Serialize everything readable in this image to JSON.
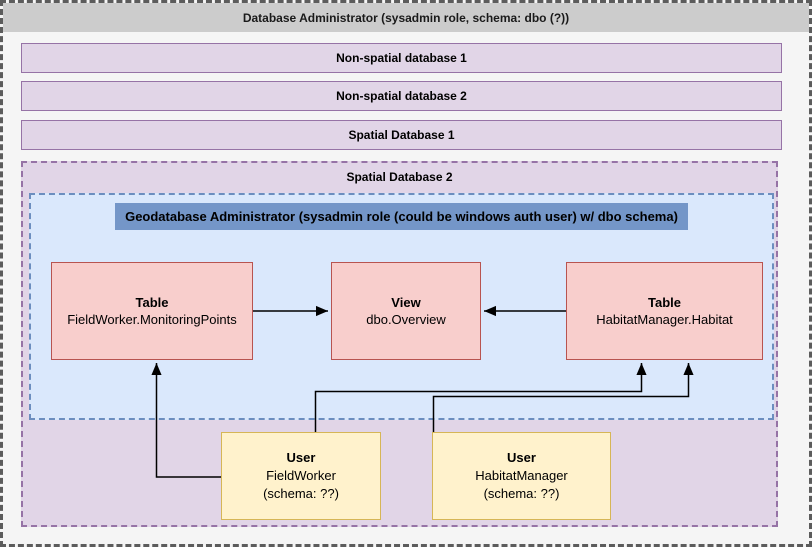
{
  "diagram": {
    "title": "Database Administrator (sysadmin role, schema: dbo (?))",
    "databases": [
      {
        "label": "Non-spatial database 1"
      },
      {
        "label": "Non-spatial database 2"
      },
      {
        "label": "Spatial Database 1"
      }
    ],
    "spatial_database_2": {
      "label": "Spatial Database 2",
      "geodatabase_admin": {
        "title": "Geodatabase Administrator (sysadmin role (could be windows auth user) w/ dbo schema)"
      },
      "table_fieldworker": {
        "type": "Table",
        "name": "FieldWorker.MonitoringPoints"
      },
      "view_overview": {
        "type": "View",
        "name": "dbo.Overview"
      },
      "table_habitatmanager": {
        "type": "Table",
        "name": "HabitatManager.Habitat"
      },
      "user_fieldworker": {
        "type": "User",
        "name": "FieldWorker",
        "schema": "(schema: ??)"
      },
      "user_habitatmanager": {
        "type": "User",
        "name": "HabitatManager",
        "schema": "(schema: ??)"
      },
      "connections": [
        {
          "from": "Table FieldWorker.MonitoringPoints",
          "to": "View dbo.Overview"
        },
        {
          "from": "Table HabitatManager.Habitat",
          "to": "View dbo.Overview"
        },
        {
          "from": "User FieldWorker",
          "to": "Table FieldWorker.MonitoringPoints"
        },
        {
          "from": "User FieldWorker",
          "to": "Table HabitatManager.Habitat"
        },
        {
          "from": "User HabitatManager",
          "to": "Table HabitatManager.Habitat"
        }
      ]
    },
    "colors": {
      "canvas_bg": "#f5f5f5",
      "header_bg": "#cccccc",
      "purple_fill": "#e1d5e7",
      "purple_border": "#9673a6",
      "blue_fill": "#dae8fc",
      "blue_border": "#6c8ebf",
      "highlight_bg": "#7496c8",
      "pink_fill": "#f8cecc",
      "pink_border": "#b85450",
      "yellow_fill": "#fff2cc",
      "yellow_border": "#d6b656",
      "arrow": "#000000"
    }
  }
}
